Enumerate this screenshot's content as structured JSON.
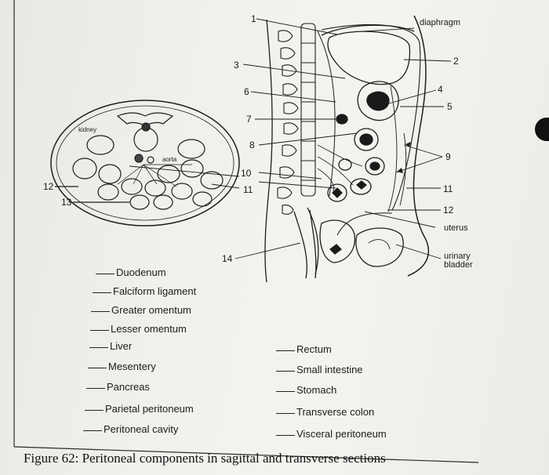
{
  "diagram": {
    "numbers": [
      "1",
      "2",
      "3",
      "4",
      "5",
      "6",
      "7",
      "8",
      "9",
      "10",
      "11",
      "11",
      "12",
      "12",
      "13",
      "14"
    ],
    "labels": {
      "diaphragm": "diaphragm",
      "kidney": "kidney",
      "aorta": "aorta",
      "uterus": "uterus",
      "urinary_bladder_line1": "urinary",
      "urinary_bladder_line2": "bladder"
    }
  },
  "terms_left": [
    "Duodenum",
    "Falciform ligament",
    "Greater omentum",
    "Lesser omentum",
    "Liver",
    "Mesentery",
    "Pancreas",
    "Parietal peritoneum",
    "Peritoneal cavity"
  ],
  "terms_right": [
    "Rectum",
    "Small intestine",
    "Stomach",
    "Transverse colon",
    "Visceral peritoneum"
  ],
  "caption": "Figure 62: Peritoneal components in sagittal and transverse sections"
}
